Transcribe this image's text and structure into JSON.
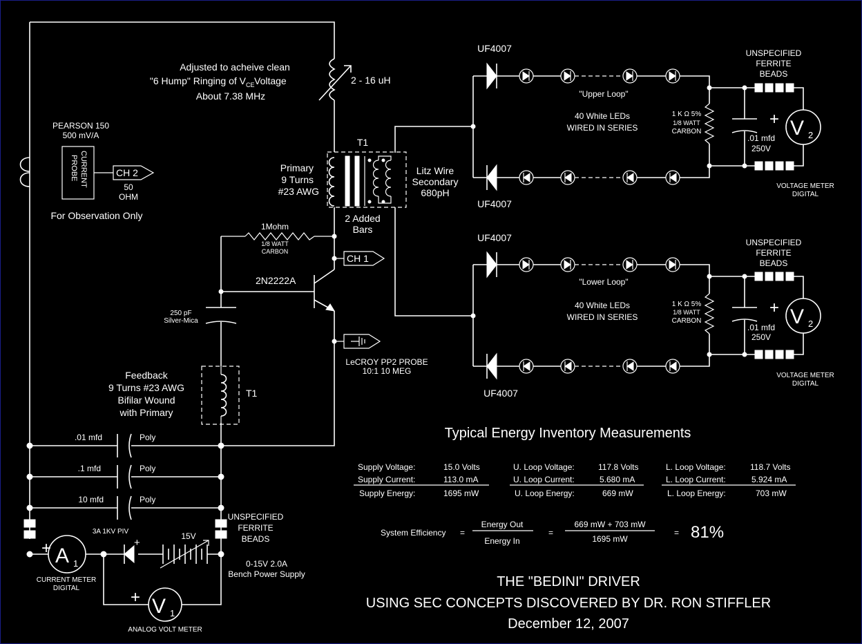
{
  "labels": {
    "adjust1": "Adjusted to acheive clean",
    "adjust2a": "\"6 Hump\" Ringing of V",
    "adjust2sub": "CE",
    "adjust2b": " Voltage",
    "adjust3": "About 7.38 MHz",
    "inductance": "2 - 16 uH",
    "pearson1": "PEARSON 150",
    "pearson2": "500 mV/A",
    "probe1": "CURRENT",
    "probe2": "PROBE",
    "ch2": "CH 2",
    "ohm1": "50",
    "ohm2": "OHM",
    "observe": "For Observation Only",
    "t1": "T1",
    "primary1": "Primary",
    "primary2": "9 Turns",
    "primary3": "#23 AWG",
    "litz1": "Litz Wire",
    "litz2": "Secondary",
    "litz3": "680pH",
    "bars1": "2 Added",
    "bars2": "Bars",
    "res1m": "1Mohm",
    "res1m_w": "1/8 WATT",
    "res1m_c": "CARBON",
    "ch1": "CH 1",
    "transistor": "2N2222A",
    "cap250": "250 pF",
    "cap250b": "Silver-Mica",
    "lecroy1": "LeCROY PP2 PROBE",
    "lecroy2": "10:1 10 MEG",
    "fb1": "Feedback",
    "fb2": "9 Turns #23 AWG",
    "fb3": "Bifilar Wound",
    "fb4": "with Primary",
    "t1b": "T1",
    "c01": ".01 mfd",
    "c1": ".1 mfd",
    "c10": "10 mfd",
    "poly": "Poly",
    "diode3a": "3A 1KV PIV",
    "ferrite1": "UNSPECIFIED",
    "ferrite2": "FERRITE",
    "ferrite3": "BEADS",
    "v15": "15V",
    "supply1": "0-15V  2.0A",
    "supply2": "Bench Power Supply",
    "cm1": "CURRENT METER",
    "cm2": "DIGITAL",
    "avm": "ANALOG VOLT METER",
    "uf": "UF4007",
    "upper": "\"Upper Loop\"",
    "lower": "\"Lower Loop\"",
    "leds1": "40 White  LEDs",
    "leds2": "WIRED IN SERIES",
    "r1k1": "1 K Ω 5%",
    "r1k2": "1/8 WATT",
    "r1k3": "CARBON",
    "c01b": ".01 mfd",
    "v250": "250V",
    "vm1": "VOLTAGE METER",
    "vm2": "DIGITAL",
    "plus": "+",
    "a": "A",
    "v": "V",
    "sub1": "1",
    "sub2": "2"
  },
  "table": {
    "title": "Typical Energy Inventory Measurements",
    "supply": [
      [
        "Supply Voltage:",
        "15.0 Volts"
      ],
      [
        "Supply Current:",
        "113.0 mA"
      ],
      [
        "Supply Energy:",
        "1695 mW"
      ]
    ],
    "upper": [
      [
        "U. Loop Voltage:",
        "117.8 Volts"
      ],
      [
        "U. Loop Current:",
        "5.680 mA"
      ],
      [
        "U. Loop Energy:",
        "669 mW"
      ]
    ],
    "lower": [
      [
        "L. Loop Voltage:",
        "118.7 Volts"
      ],
      [
        "L. Loop Current:",
        "5.924 mA"
      ],
      [
        "L. Loop Energy:",
        "703 mW"
      ]
    ]
  },
  "efficiency": {
    "label": "System Efficiency",
    "eq": "=",
    "num": "Energy Out",
    "den": "Energy In",
    "num2": "669 mW  + 703 mW",
    "den2": "1695 mW",
    "result": "81%"
  },
  "footer": {
    "line1": "THE \"BEDINI\" DRIVER",
    "line2": "USING SEC CONCEPTS DISCOVERED BY DR. RON STIFFLER",
    "line3": "December 12, 2007"
  }
}
